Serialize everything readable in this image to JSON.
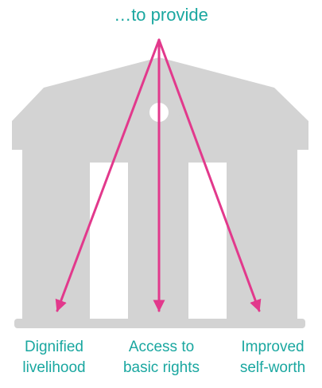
{
  "title": "…to provide",
  "outcomes": [
    {
      "line1": "Dignified",
      "line2": "livelihood"
    },
    {
      "line1": "Access to",
      "line2": "basic rights"
    },
    {
      "line1": "Improved",
      "line2": "self-worth"
    }
  ],
  "colors": {
    "text": "#1aa7a0",
    "arrow": "#e2398c",
    "building": "#d3d3d3",
    "background": "#ffffff"
  },
  "icons": [
    "building-icon",
    "arrow-icon"
  ]
}
